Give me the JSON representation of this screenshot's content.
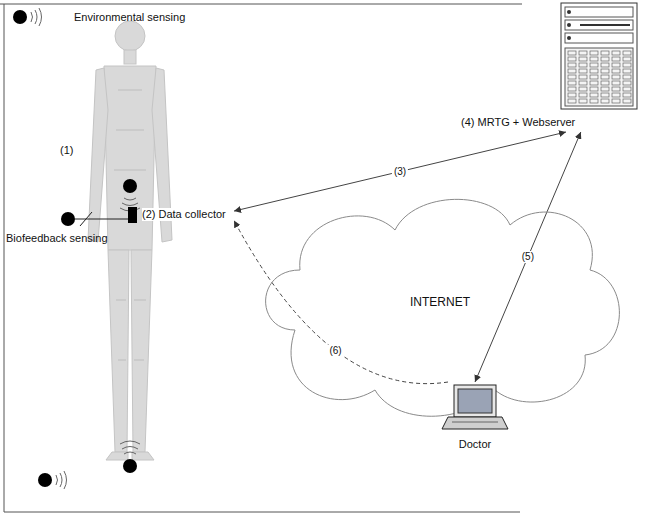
{
  "diagram": {
    "nodes": [
      {
        "text": [
          "(2) Data collector"
        ]
      },
      {
        "text": [
          "(4) MRTG + Webserver"
        ]
      },
      {
        "text": [
          "INTERNET"
        ]
      },
      {
        "text": [
          "Doctor"
        ]
      }
    ],
    "edges": [
      {
        "from": 0,
        "to": 1,
        "arrow": "both",
        "label": "(3)"
      },
      {
        "from": 1,
        "to": 3,
        "arrow": "both",
        "label": "(5)"
      },
      {
        "from": 3,
        "to": 0,
        "arrow": "to",
        "label": "(6)"
      }
    ],
    "labels": [
      "Environmental sensing",
      "(1)",
      "Biofeedback sensing"
    ]
  }
}
